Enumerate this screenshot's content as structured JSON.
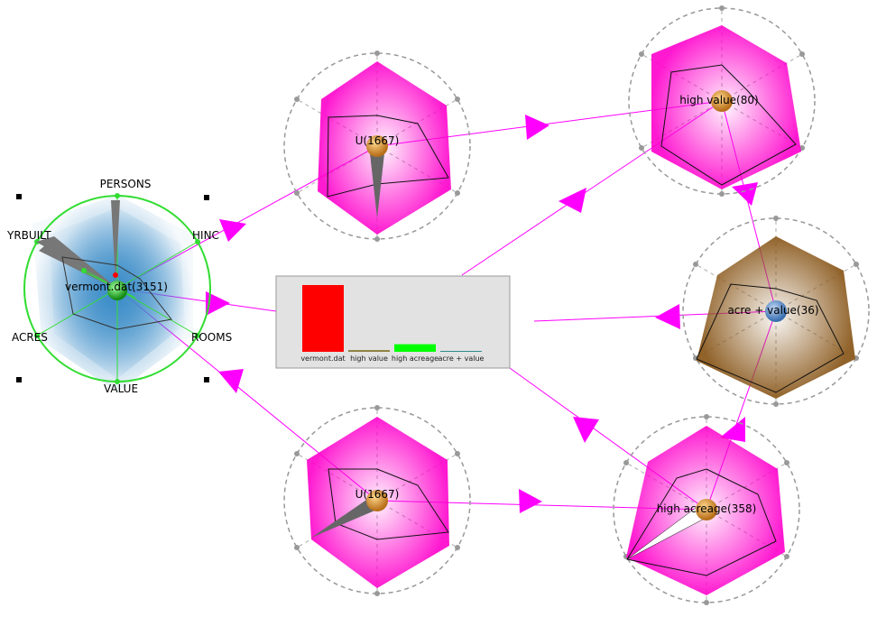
{
  "root": {
    "label": "vermont.dat(3151)",
    "axes": [
      "PERSONS",
      "HINC",
      "ROOMS",
      "VALUE",
      "ACRES",
      "YRBUILT"
    ]
  },
  "nodes": [
    {
      "id": "u1",
      "label": "U(1667)"
    },
    {
      "id": "u2",
      "label": "U(1667)"
    },
    {
      "id": "high_value",
      "label": "high value(80)"
    },
    {
      "id": "acre_value",
      "label": "acre + value(36)"
    },
    {
      "id": "high_acreage",
      "label": "high acreage(358)"
    }
  ],
  "histogram": {
    "bars": [
      {
        "label": "vermont.dat",
        "value": 3151,
        "color": "#ff0000"
      },
      {
        "label": "high value",
        "value": 80,
        "color": "#8b7d3a"
      },
      {
        "label": "high acreage",
        "value": 358,
        "color": "#00ff00"
      },
      {
        "label": "acre + value",
        "value": 36,
        "color": "#2e8b8b"
      }
    ]
  },
  "colors": {
    "edge": "#ff00ff",
    "root_circle": "#33dd33",
    "root_fill": "#3c8dc8",
    "node_fill": "#ff00cc",
    "acre_value_fill": "#8b5a1e",
    "node_core": "#e8a040",
    "acre_value_core": "#5b8fd0"
  }
}
